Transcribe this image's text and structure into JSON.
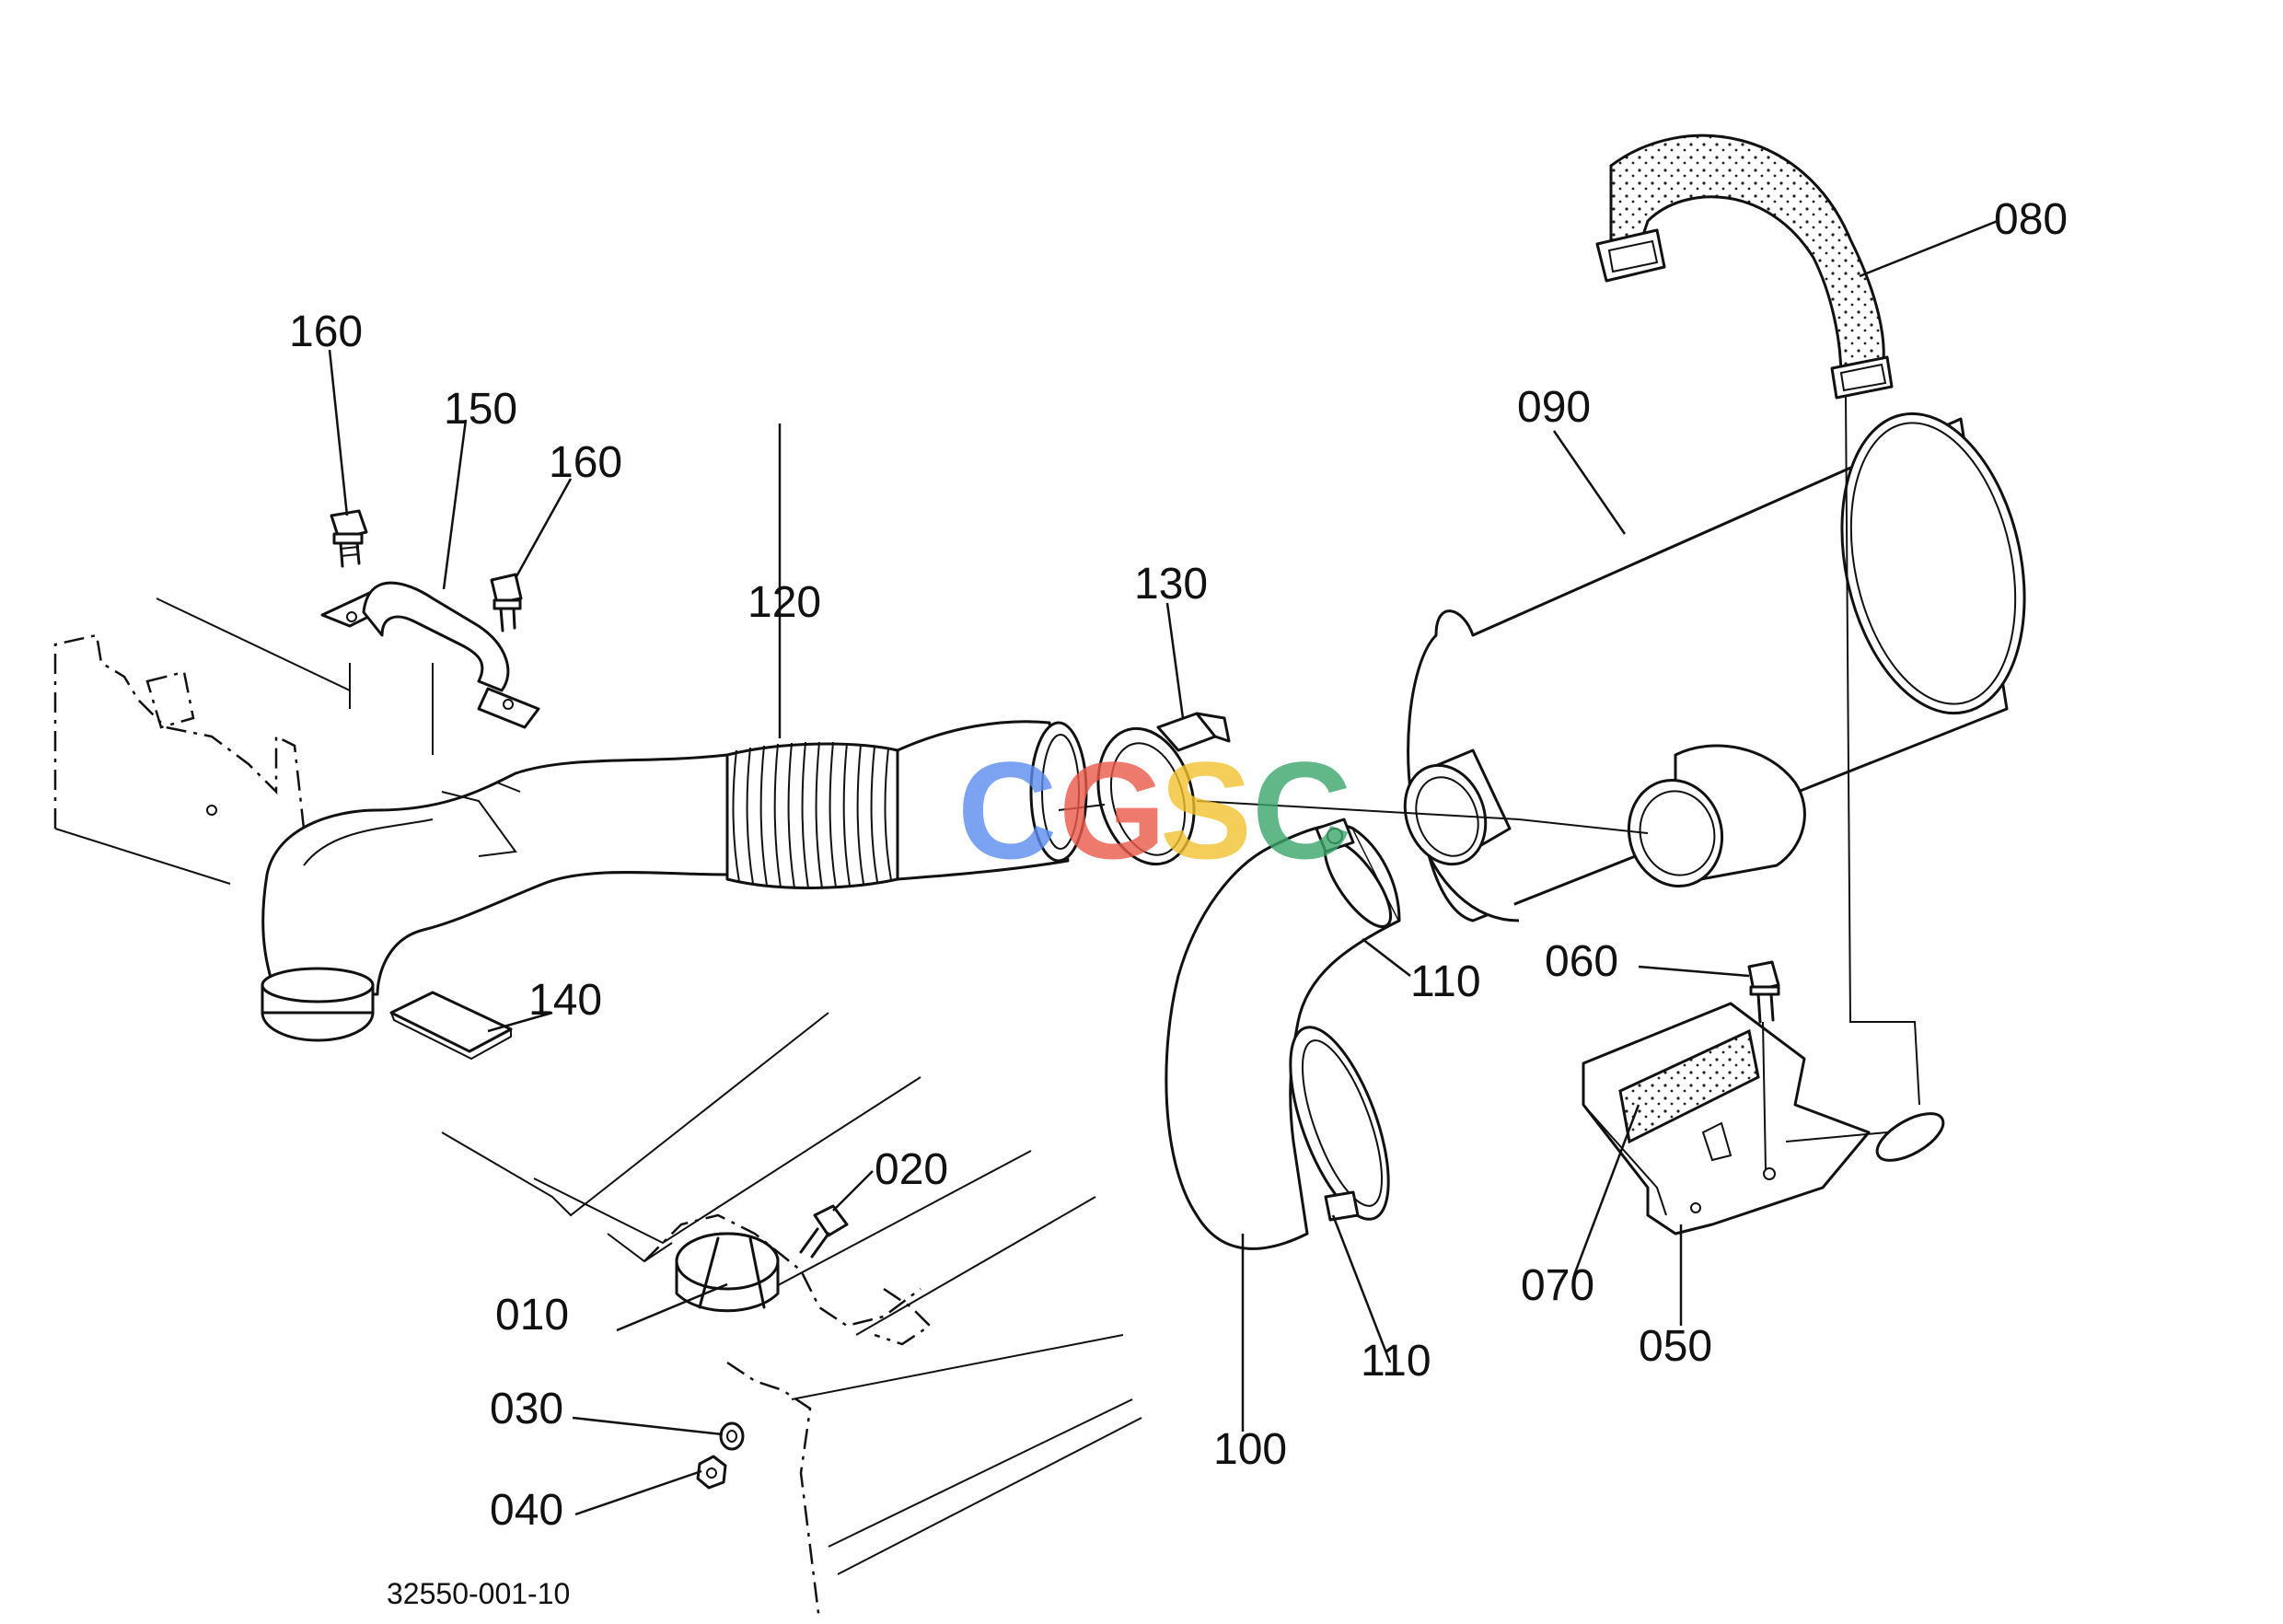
{
  "diagram": {
    "drawing_code": "32550-001-10",
    "watermark": [
      "C",
      "G",
      "S",
      "C"
    ],
    "watermark_colors": [
      "#5b8def",
      "#ea5a4a",
      "#f2c230",
      "#3aa66a"
    ],
    "parts": [
      {
        "id": "010",
        "label": "010"
      },
      {
        "id": "020",
        "label": "020"
      },
      {
        "id": "030",
        "label": "030"
      },
      {
        "id": "040",
        "label": "040"
      },
      {
        "id": "050",
        "label": "050"
      },
      {
        "id": "060",
        "label": "060"
      },
      {
        "id": "070",
        "label": "070"
      },
      {
        "id": "080",
        "label": "080"
      },
      {
        "id": "090",
        "label": "090"
      },
      {
        "id": "100",
        "label": "100"
      },
      {
        "id": "110a",
        "label": "110"
      },
      {
        "id": "110b",
        "label": "110"
      },
      {
        "id": "120",
        "label": "120"
      },
      {
        "id": "130",
        "label": "130"
      },
      {
        "id": "140",
        "label": "140"
      },
      {
        "id": "150",
        "label": "150"
      },
      {
        "id": "160a",
        "label": "160"
      },
      {
        "id": "160b",
        "label": "160"
      }
    ]
  }
}
